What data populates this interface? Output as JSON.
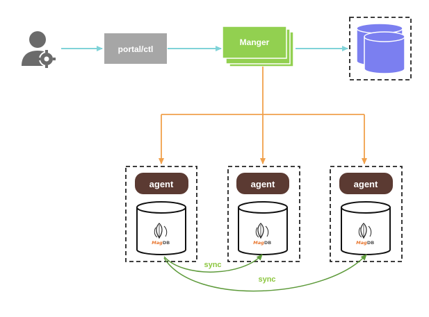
{
  "nodes": {
    "portal": {
      "label": "portal/ctl"
    },
    "manager": {
      "label": "Manger"
    },
    "agents": [
      {
        "label": "agent",
        "db_logo_text": "Mag",
        "db_logo_suffix": "DB"
      },
      {
        "label": "agent",
        "db_logo_text": "Mag",
        "db_logo_suffix": "DB"
      },
      {
        "label": "agent",
        "db_logo_text": "Mag",
        "db_logo_suffix": "DB"
      }
    ]
  },
  "edges": {
    "sync_1": {
      "label": "sync"
    },
    "sync_2": {
      "label": "sync"
    }
  },
  "icons": {
    "user": "user-gear-icon",
    "storage": "database-stack-icon",
    "db": "magdb-cylinder-icon"
  },
  "colors": {
    "cyan_arrow": "#7fd3d8",
    "orange_arrow": "#f0a04b",
    "green_sync": "#5d9a3a",
    "sync_text": "#8cc63f",
    "portal_fill": "#a6a6a6",
    "manager_fill": "#92d050",
    "agent_fill": "#5b3a32",
    "storage_fill": "#7b7ff0",
    "user_gray": "#6b6b6b",
    "logo_orange": "#e8732a"
  }
}
